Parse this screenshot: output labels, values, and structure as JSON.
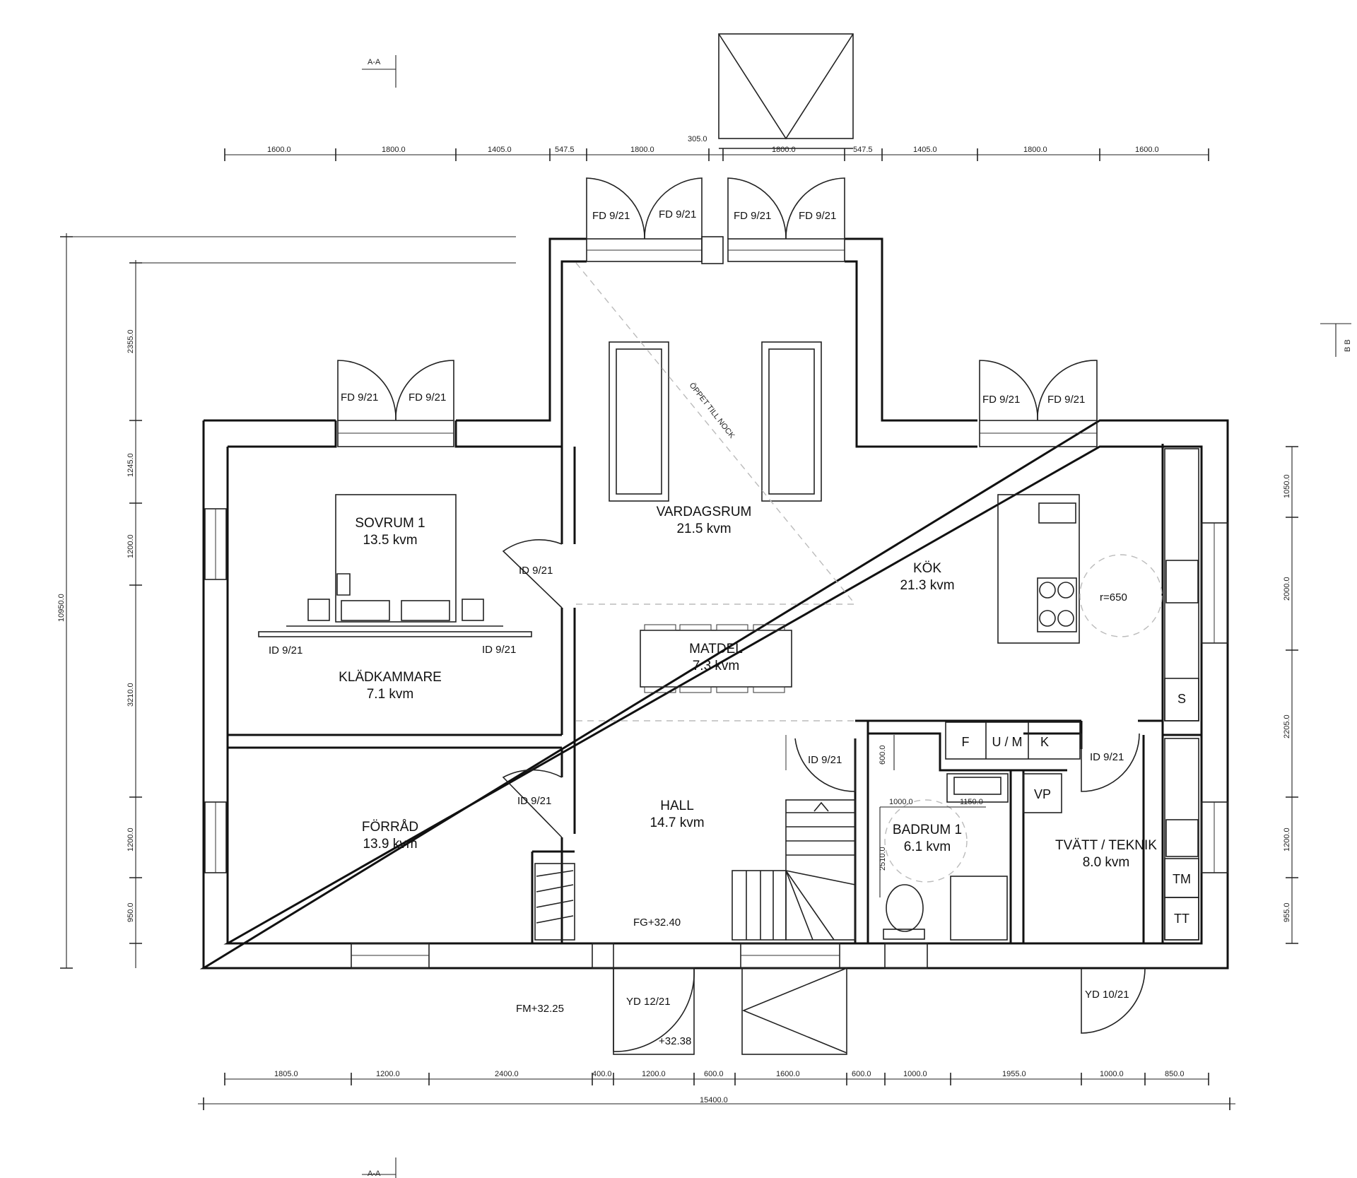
{
  "sections": {
    "aa_top": "A-A",
    "aa_bottom": "A-A",
    "bb": "B B"
  },
  "rooms": [
    {
      "name": "SOVRUM 1",
      "area": "13.5 kvm"
    },
    {
      "name": "KLÄDKAMMARE",
      "area": "7.1 kvm"
    },
    {
      "name": "FÖRRÅD",
      "area": "13.9 kvm"
    },
    {
      "name": "VARDAGSRUM",
      "area": "21.5 kvm"
    },
    {
      "name": "MATDEL",
      "area": "7.3 kvm"
    },
    {
      "name": "HALL",
      "area": "14.7 kvm"
    },
    {
      "name": "KÖK",
      "area": "21.3 kvm"
    },
    {
      "name": "BADRUM 1",
      "area": "6.1 kvm"
    },
    {
      "name": "TVÄTT / TEKNIK",
      "area": "8.0 kvm"
    }
  ],
  "doors": {
    "fd": "FD 9/21",
    "id": "ID 9/21",
    "yd_main": "YD 12/21",
    "yd_side": "YD 10/21"
  },
  "annotations": {
    "open_to_ridge": "ÖPPET TILL NOCK",
    "radius": "r=650",
    "fg_level": "FG+32.40",
    "fm_level": "FM+32.25",
    "step_level": "+32.38"
  },
  "appliances": {
    "f": "F",
    "um": "U / M",
    "k": "K",
    "vp": "VP",
    "s": "S",
    "tm": "TM",
    "tt": "TT"
  },
  "dimensions": {
    "top": [
      "1600.0",
      "1800.0",
      "1405.0",
      "547.5",
      "1800.0",
      "305.0",
      "1800.0",
      "547.5",
      "1405.0",
      "1800.0",
      "1600.0"
    ],
    "bottom": [
      "1805.0",
      "1200.0",
      "2400.0",
      "400.0",
      "1200.0",
      "600.0",
      "1600.0",
      "600.0",
      "1000.0",
      "1955.0",
      "1000.0",
      "850.0"
    ],
    "total": "15400.0",
    "left": [
      "10950.0",
      "2355.0",
      "1245.0",
      "1200.0",
      "3210.0",
      "1200.0",
      "950.0"
    ],
    "right": [
      "1050.0",
      "2000.0",
      "2205.0",
      "1200.0",
      "955.0"
    ],
    "bath": [
      "1000.0",
      "1150.0",
      "2510.0",
      "600.0"
    ]
  }
}
